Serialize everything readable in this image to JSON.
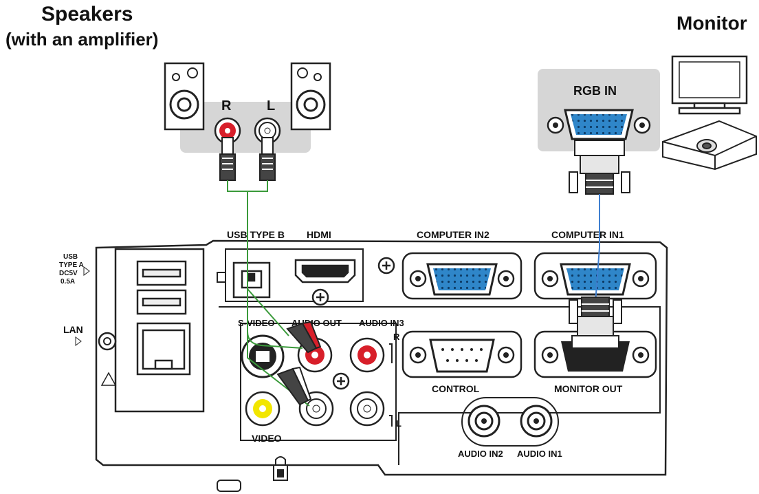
{
  "headings": {
    "speakers": "Speakers",
    "speakers_sub": "(with an amplifier)",
    "monitor": "Monitor"
  },
  "speaker_panel": {
    "right_label": "R",
    "left_label": "L"
  },
  "monitor_panel": {
    "rgb_in_label": "RGB IN"
  },
  "projector_ports": {
    "usb_type_a": [
      "USB",
      "TYPE A",
      "DC5V",
      "0.5A"
    ],
    "lan": "LAN",
    "usb_type_b": "USB TYPE B",
    "hdmi": "HDMI",
    "computer_in2": "COMPUTER IN2",
    "computer_in1": "COMPUTER IN1",
    "s_video": "S-VIDEO",
    "audio_out": "AUDIO OUT",
    "audio_in3": "AUDIO IN3",
    "audio_in3_r": "R",
    "audio_in3_l": "L",
    "video": "VIDEO",
    "control": "CONTROL",
    "monitor_out": "MONITOR OUT",
    "audio_in2": "AUDIO IN2",
    "audio_in1": "AUDIO IN1"
  },
  "colors": {
    "panel_gray": "#d6d6d6",
    "rca_red": "#d81f2a",
    "rca_yellow": "#f2e600",
    "vga_blue": "#2f86c9",
    "audio_cable_green": "#3a9a3a",
    "vga_cable_blue": "#3f7fd0"
  }
}
